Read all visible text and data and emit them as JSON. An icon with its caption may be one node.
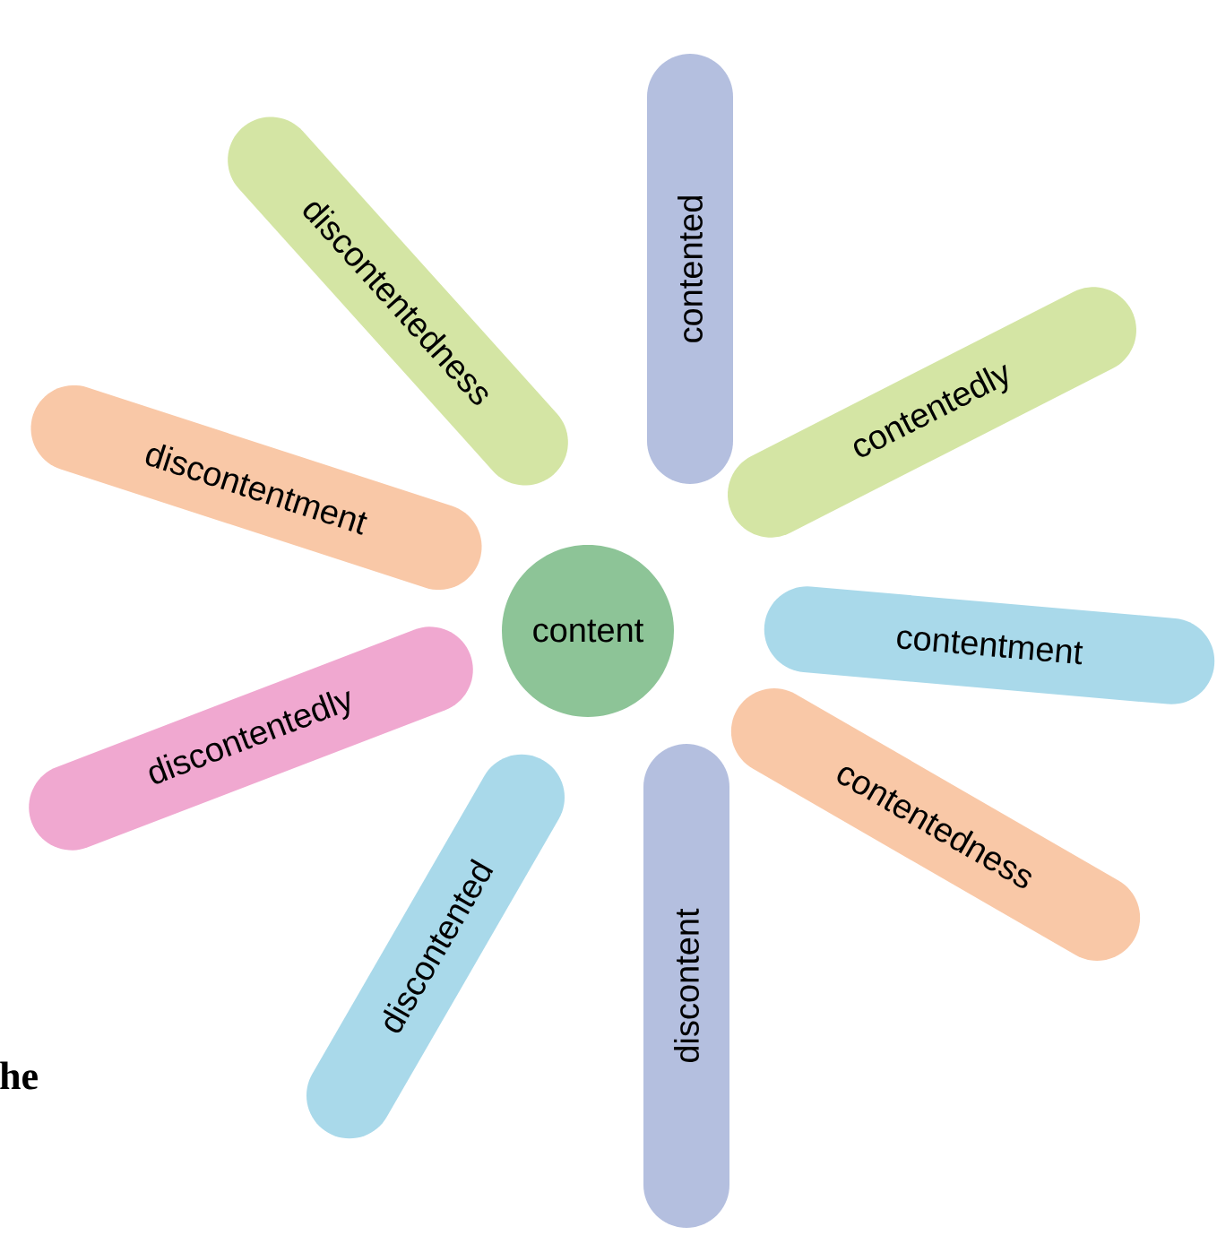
{
  "diagram": {
    "nodes": [
      {
        "text": [
          "content"
        ]
      },
      {
        "text": [
          "contented"
        ]
      },
      {
        "text": [
          "contentedly"
        ]
      },
      {
        "text": [
          "contentment"
        ]
      },
      {
        "text": [
          "contentedness"
        ]
      },
      {
        "text": [
          "discontent"
        ]
      },
      {
        "text": [
          "discontented"
        ]
      },
      {
        "text": [
          "discontentedly"
        ]
      },
      {
        "text": [
          "discontentment"
        ]
      },
      {
        "text": [
          "discontentedness"
        ]
      }
    ],
    "labels": [
      "he"
    ]
  }
}
